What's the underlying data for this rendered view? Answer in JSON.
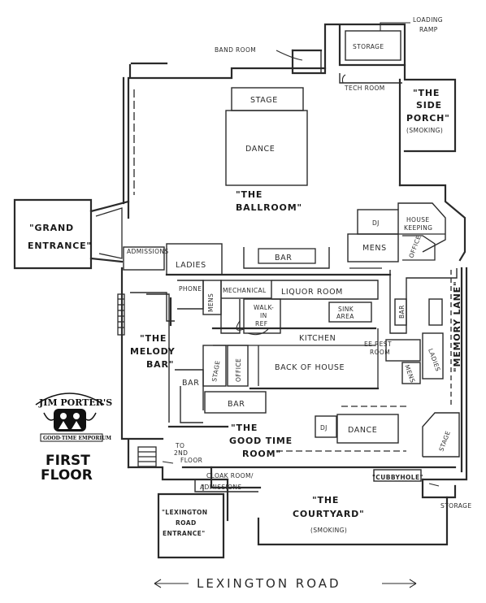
{
  "floor_label_1": "FIRST",
  "floor_label_2": "FLOOR",
  "logo": {
    "name": "JIM PORTER'S",
    "tagline": "GOOD·TIME EMPORIUM"
  },
  "street": "LEXINGTON ROAD",
  "labels": {
    "loading_ramp_1": "LOADING",
    "loading_ramp_2": "RAMP",
    "band_room": "BAND ROOM",
    "storage_top": "STORAGE",
    "tech_room": "TECH ROOM",
    "stage_top": "STAGE",
    "dance_top": "DANCE",
    "side_porch_1": "\"THE",
    "side_porch_2": "SIDE",
    "side_porch_3": "PORCH\"",
    "side_porch_4": "(SMOKING)",
    "ballroom_1": "\"THE",
    "ballroom_2": "BALLROOM\"",
    "dj_top": "DJ",
    "housekeeping_1": "HOUSE",
    "housekeeping_2": "KEEPING",
    "grand_1": "\"GRAND",
    "grand_2": "ENTRANCE\"",
    "admissions": "ADMISSIONS",
    "ladies_top": "LADIES",
    "bar_top": "BAR",
    "mens_top": "MENS",
    "office_right": "OFFICE",
    "phone": "PHONE",
    "mens_side": "MENS",
    "mechanical": "MECHANICAL",
    "liquor_room": "LIQUOR ROOM",
    "walk_in_1": "WALK-",
    "walk_in_2": "IN",
    "walk_in_3": "REF",
    "sink_1": "SINK",
    "sink_2": "AREA",
    "bar_right": "BAR",
    "memory_lane": "\"MEMORY LANE\"",
    "kitchen": "KITCHEN",
    "ee_rest_1": "EE REST",
    "ee_rest_2": "ROOM",
    "ladies_right": "LADIES",
    "mens_right": "MENS",
    "melody_1": "\"THE",
    "melody_2": "MELODY",
    "melody_3": "BAR\"",
    "stage_mid": "STAGE",
    "office_mid": "OFFICE",
    "back_of_house": "BACK OF HOUSE",
    "bar_left": "BAR",
    "bar_bottom": "BAR",
    "goodtime_1": "\"THE",
    "goodtime_2": "GOOD TIME",
    "goodtime_3": "ROOM\"",
    "dj_bottom": "DJ",
    "dance_bottom": "DANCE",
    "stage_right": "STAGE",
    "to_2nd_1": "TO",
    "to_2nd_2": "2ND",
    "to_2nd_3": "FLOOR",
    "cloak_1": "CLOAK ROOM/",
    "cloak_2": "ADMISSIONS",
    "cubbyhole": "\"CUBBYHOLE\"",
    "storage_bottom": "STORAGE",
    "courtyard_1": "\"THE",
    "courtyard_2": "COURTYARD\"",
    "courtyard_3": "(SMOKING)",
    "lex_1": "\"LEXINGTON",
    "lex_2": "ROAD",
    "lex_3": "ENTRANCE\""
  }
}
